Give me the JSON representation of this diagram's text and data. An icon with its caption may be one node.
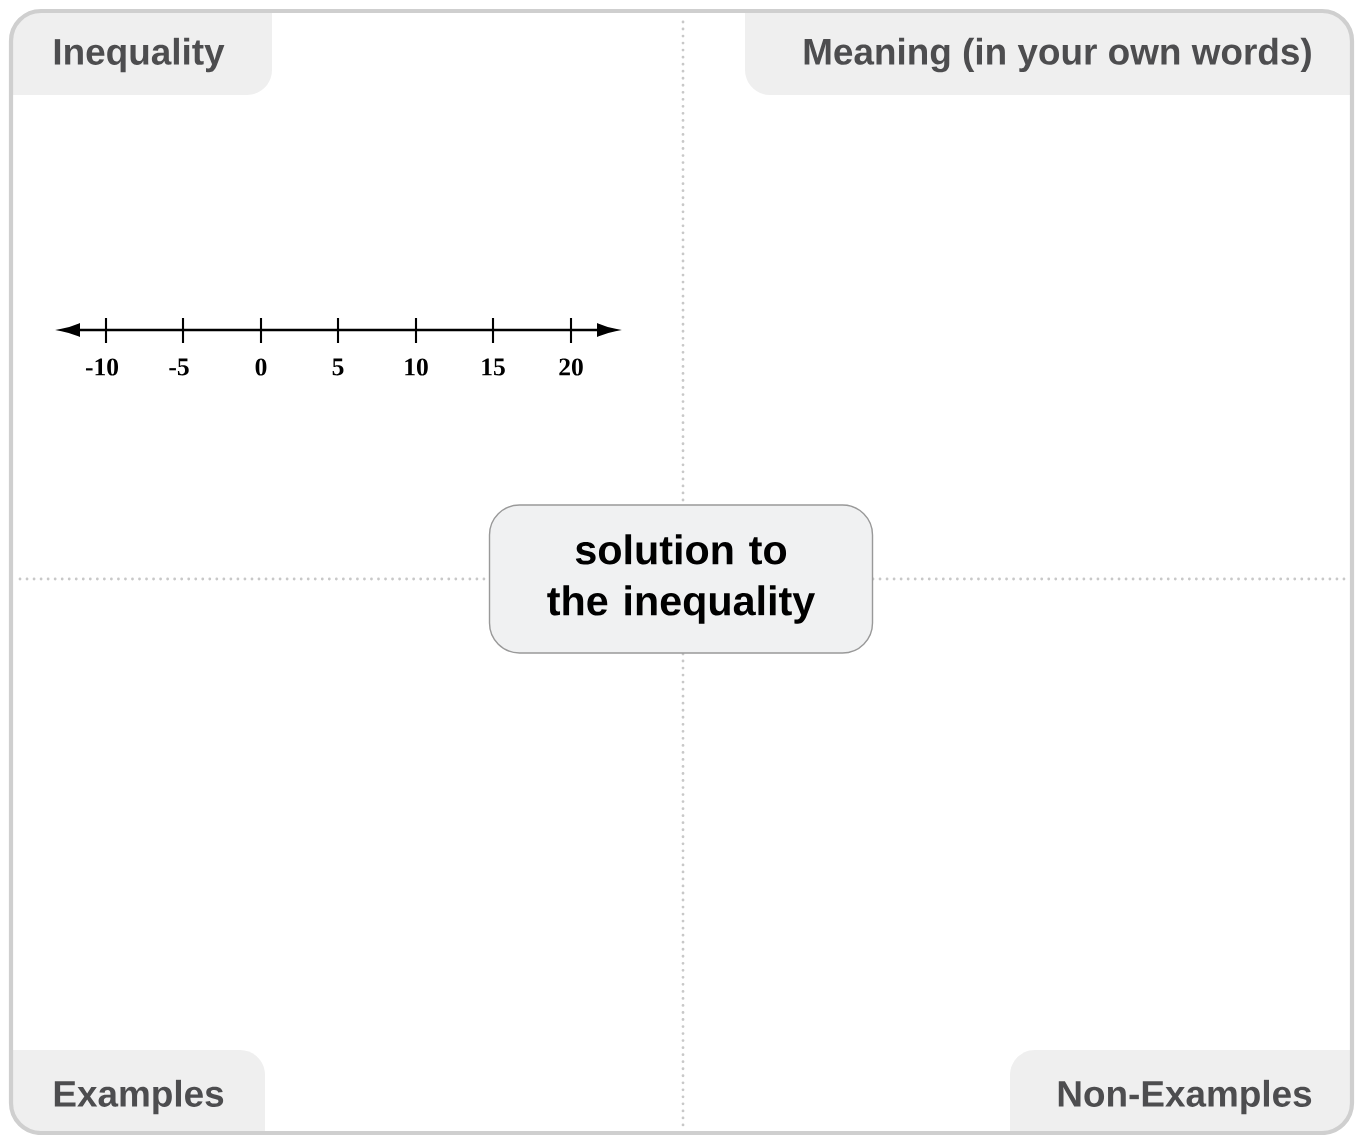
{
  "diagram": {
    "nodes": [
      {
        "text": [
          "Inequality"
        ]
      },
      {
        "text": [
          "Meaning (in your own words)"
        ]
      },
      {
        "text": [
          "solution to the inequality"
        ]
      },
      {
        "text": [
          "Examples"
        ]
      },
      {
        "text": [
          "Non-Examples"
        ]
      }
    ],
    "labels": [
      "-10",
      "-5",
      "0",
      "5",
      "10",
      "15",
      "20"
    ]
  }
}
